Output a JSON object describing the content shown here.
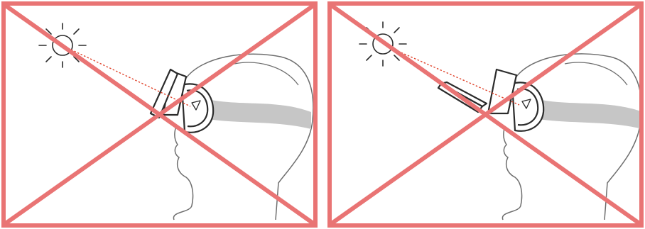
{
  "colors": {
    "forbidden_mark": "#e97474",
    "line_art": "#2b2b2b",
    "head_outline": "#6e6e6e",
    "strap": "#c6c6c6",
    "light_ray": "#e0442c",
    "background": "#ffffff"
  },
  "panels": [
    {
      "id": "left",
      "depiction": "headset-lens-facing-sun",
      "icons": [
        "sun-icon",
        "head-outline",
        "vr-headset",
        "forbidden-cross-mark"
      ],
      "crossed_out": true
    },
    {
      "id": "right",
      "depiction": "headset-with-open-front-cover-facing-sun",
      "icons": [
        "sun-icon",
        "head-outline",
        "vr-headset",
        "open-front-cover",
        "forbidden-cross-mark"
      ],
      "crossed_out": true
    }
  ]
}
